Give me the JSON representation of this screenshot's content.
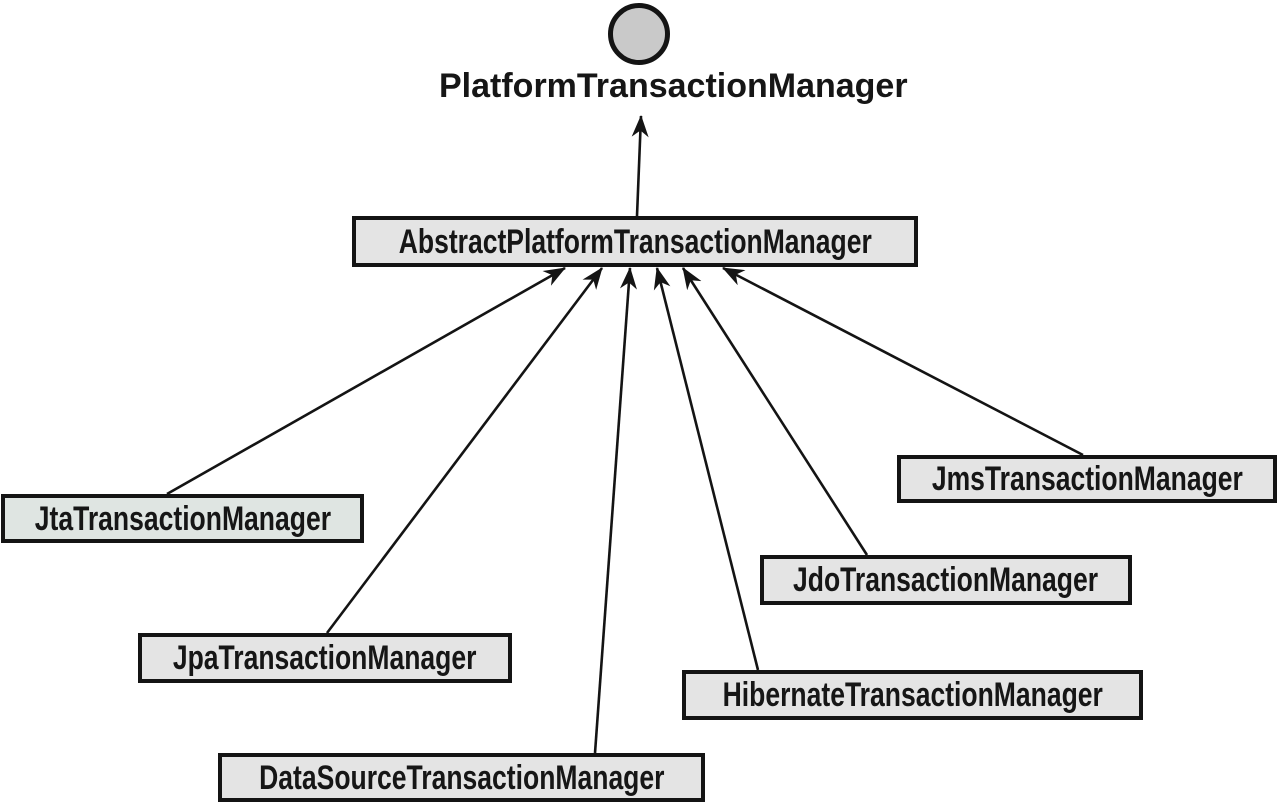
{
  "diagram": {
    "type": "uml-class-hierarchy",
    "interface": {
      "label": "PlatformTransactionManager",
      "notation": "lollipop-circle"
    },
    "abstract_class": {
      "label": "AbstractPlatformTransactionManager"
    },
    "implementations": [
      {
        "label": "JtaTransactionManager"
      },
      {
        "label": "JpaTransactionManager"
      },
      {
        "label": "DataSourceTransactionManager"
      },
      {
        "label": "HibernateTransactionManager"
      },
      {
        "label": "JdoTransactionManager"
      },
      {
        "label": "JmsTransactionManager"
      }
    ],
    "relationships": [
      {
        "from": "AbstractPlatformTransactionManager",
        "to": "PlatformTransactionManager",
        "type": "implements"
      },
      {
        "from": "JtaTransactionManager",
        "to": "AbstractPlatformTransactionManager",
        "type": "extends"
      },
      {
        "from": "JpaTransactionManager",
        "to": "AbstractPlatformTransactionManager",
        "type": "extends"
      },
      {
        "from": "DataSourceTransactionManager",
        "to": "AbstractPlatformTransactionManager",
        "type": "extends"
      },
      {
        "from": "HibernateTransactionManager",
        "to": "AbstractPlatformTransactionManager",
        "type": "extends"
      },
      {
        "from": "JdoTransactionManager",
        "to": "AbstractPlatformTransactionManager",
        "type": "extends"
      },
      {
        "from": "JmsTransactionManager",
        "to": "AbstractPlatformTransactionManager",
        "type": "extends"
      }
    ],
    "colors": {
      "background": "#ffffff",
      "box_fill": "#e4e4e4",
      "jta_box_fill": "#dfe5e2",
      "circle_fill": "#c9c9c9",
      "border": "#141414",
      "line": "#141414",
      "text": "#161616"
    }
  }
}
